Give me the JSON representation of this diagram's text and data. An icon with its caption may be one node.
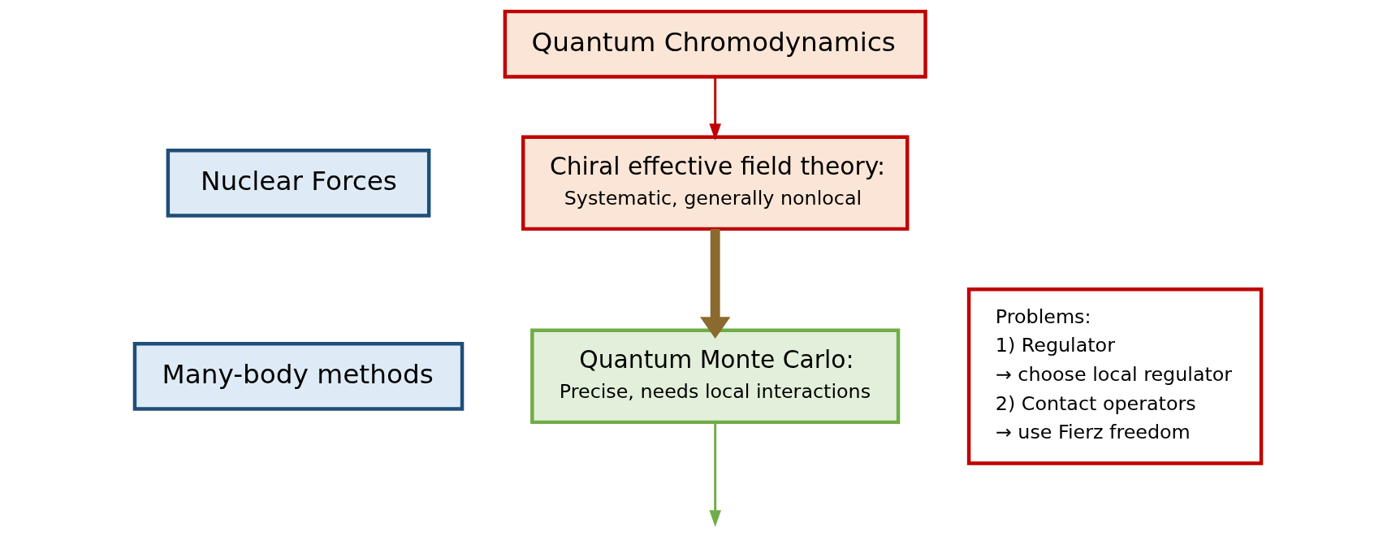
{
  "diagram": {
    "nodes": [
      {
        "text": [
          "Nuclear Forces"
        ]
      },
      {
        "text": [
          "Many-body methods"
        ]
      },
      {
        "text": [
          "Quantum Chromodynamics"
        ]
      },
      {
        "text": [
          "Chiral effective field theory:",
          "Systematic, generally nonlocal"
        ]
      },
      {
        "text": [
          "Quantum Monte Carlo:",
          "Precise, needs local interactions"
        ]
      },
      {
        "text": [
          "Problems:",
          "1) Regulator",
          "→ choose local regulator",
          "2) Contact operators",
          "→ use Fierz freedom"
        ]
      }
    ],
    "edges": [
      {
        "from": 2,
        "to": 3,
        "arrow": "to",
        "color": "#c00000"
      },
      {
        "from": 3,
        "to": 4,
        "arrow": "to",
        "style": "thick",
        "color": "#8a6a2e"
      },
      {
        "from": 4,
        "to": null,
        "arrow": "to",
        "color": "#70ad47"
      }
    ]
  }
}
